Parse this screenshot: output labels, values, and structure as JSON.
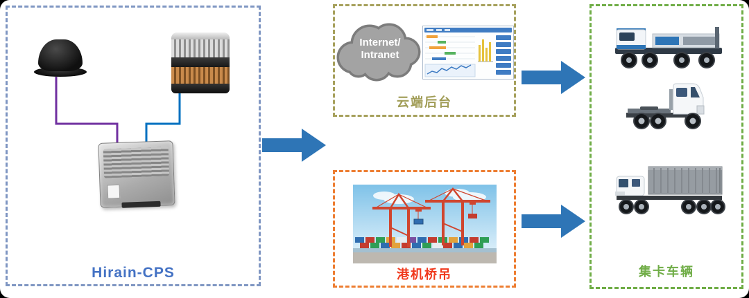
{
  "theme": {
    "arrow": "#2e75b6",
    "left-border": "#7f96c2",
    "left-label": "#4472c4",
    "cloud-border": "#a6a05c",
    "cloud-label": "#a09c55",
    "crane-border": "#ed7d31",
    "crane-label": "#f0391d",
    "truck-border": "#70ad47",
    "truck-label": "#70ad47",
    "wire-purple": "#7030a0",
    "wire-blue": "#0070c0"
  },
  "boxes": {
    "hirain": {
      "label": "Hirain-CPS"
    },
    "cloud": {
      "label": "云端后台",
      "cloud_line1": "Internet/",
      "cloud_line2": "Intranet"
    },
    "crane": {
      "label": "港机桥吊"
    },
    "trucks": {
      "label": "集卡车辆"
    }
  },
  "icons": {
    "gnss_antenna": "css-black-dome",
    "lidar_sensor": "css-finned-cylinder",
    "cps_controller": "css-metal-ecu-box",
    "internet_cloud": "svg-gray-cloud",
    "dashboard_screenshot": "svg-monitoring-ui",
    "port_crane_photo": "svg-port-scene",
    "terminal_tractor": "svg-truck-side",
    "tractor_truck": "svg-truck-side",
    "container_truck": "svg-truck-side"
  }
}
